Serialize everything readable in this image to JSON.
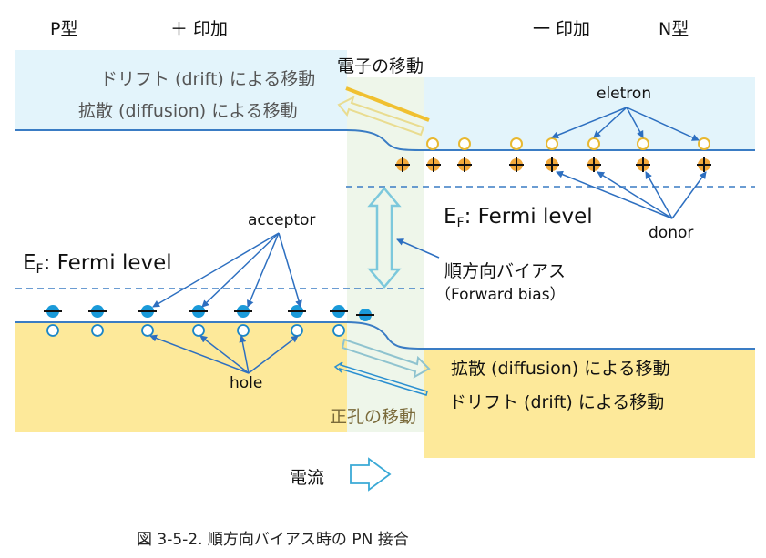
{
  "header": {
    "p_type": "P型",
    "plus_applied": "＋ 印加",
    "minus_applied": "一 印加",
    "n_type": "N型"
  },
  "electron_movement": {
    "title": "電子の移動",
    "drift": "ドリフト (drift) による移動",
    "diffusion": "拡散 (diffusion) による移動"
  },
  "hole_movement": {
    "title": "正孔の移動",
    "diffusion": "拡散 (diffusion) による移動",
    "drift": "ドリフト (drift) による移動"
  },
  "labels": {
    "electron": "eletron",
    "donor": "donor",
    "acceptor": "acceptor",
    "hole": "hole",
    "fermi_left_prefix": "E",
    "fermi_left_sub": "F",
    "fermi_left_suffix": ": Fermi level",
    "fermi_right_prefix": "E",
    "fermi_right_sub": "F",
    "fermi_right_suffix": ": Fermi level",
    "forward_bias_jp": "順方向バイアス",
    "forward_bias_en": "（Forward bias）",
    "current": "電流"
  },
  "caption": "図 3-5-2. 順方向バイアス時の PN 接合",
  "colors": {
    "conduction_band_fill": "#e3f4fb",
    "valence_band_fill": "#fde99a",
    "depletion_fill": "#eef6ea",
    "band_line": "#3a7cc4",
    "fermi_dash": "#3a7cc4",
    "electron_ring": "#e8b830",
    "donor_fill": "#f2a93b",
    "acceptor_fill": "#1a9ad9",
    "hole_ring": "#1a86c8",
    "pointer_arrow": "#2d6fc0",
    "bias_arrow": "#7cc8dc",
    "current_arrow": "#3aa9d6",
    "drift_arrow_e": "#f0c030",
    "diffusion_arrow_e": "#e9dc90",
    "diffusion_arrow_h": "#8fc3cf",
    "drift_arrow_h": "#2a8fd0"
  }
}
